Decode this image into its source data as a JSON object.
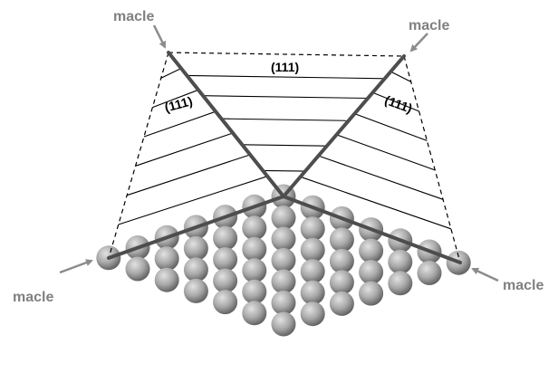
{
  "diagram": {
    "labels": {
      "twin_top_left": "macle",
      "twin_top_right": "macle",
      "twin_bottom_left": "macle",
      "twin_bottom_right": "macle",
      "plane_top": "(111)",
      "plane_left": "(111)",
      "plane_right": "(111)"
    },
    "colors": {
      "label_gray": "#808080",
      "twin_line": "#4d4d4d",
      "sphere_light": "#d9d9d9",
      "sphere_dark": "#6b6b6b",
      "arrow": "#8c8c8c"
    }
  }
}
